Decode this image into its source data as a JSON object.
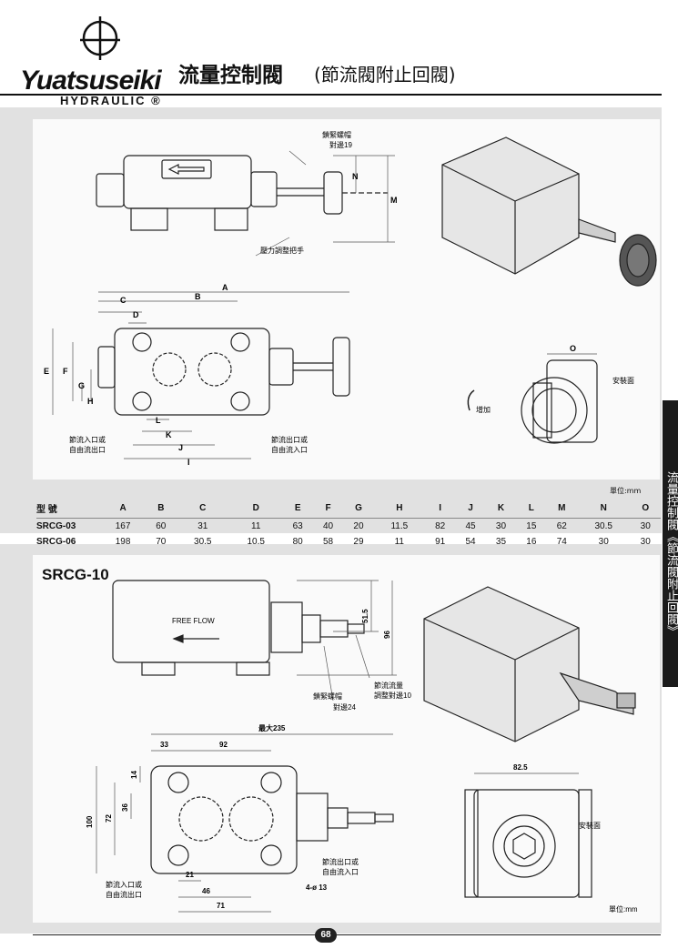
{
  "header": {
    "brand_name": "Yuatsuseiki",
    "brand_sub": "HYDRAULIC ®",
    "title": "流量控制閥",
    "subtitle": "(節流閥附止回閥)"
  },
  "side_tab": "流量控制閥《節流閥附止回閥》",
  "diagram1": {
    "labels": {
      "lock_nut": "鎖緊螺帽",
      "across19": "對邊19",
      "handle": "壓力調整把手",
      "inlet": "節流入口或",
      "inlet2": "自由流出口",
      "outlet": "節流出口或",
      "outlet2": "自由流入口",
      "mount": "安裝面",
      "increase": "增加"
    },
    "dims": {
      "A": "A",
      "B": "B",
      "C": "C",
      "D": "D",
      "E": "E",
      "F": "F",
      "G": "G",
      "H": "H",
      "I": "I",
      "J": "J",
      "K": "K",
      "L": "L",
      "M": "M",
      "N": "N",
      "O": "O"
    }
  },
  "table": {
    "unit": "單位:mm",
    "headers": [
      "型 號",
      "A",
      "B",
      "C",
      "D",
      "E",
      "F",
      "G",
      "H",
      "I",
      "J",
      "K",
      "L",
      "M",
      "N",
      "O"
    ],
    "rows": [
      [
        "SRCG-03",
        "167",
        "60",
        "31",
        "11",
        "63",
        "40",
        "20",
        "11.5",
        "82",
        "45",
        "30",
        "15",
        "62",
        "30.5",
        "30"
      ],
      [
        "SRCG-06",
        "198",
        "70",
        "30.5",
        "10.5",
        "80",
        "58",
        "29",
        "11",
        "91",
        "54",
        "35",
        "16",
        "74",
        "30",
        "30"
      ]
    ]
  },
  "diagram2": {
    "model": "SRCG-10",
    "free_flow": "FREE FLOW",
    "labels": {
      "lock_nut": "鎖緊螺帽",
      "across24": "對邊24",
      "adj": "節流流量",
      "adj2": "調整對邊10",
      "inlet": "節流入口或",
      "inlet2": "自由流出口",
      "outlet": "節流出口或",
      "outlet2": "自由流入口",
      "mount": "安裝面",
      "holes": "4-ø 13"
    },
    "dims": {
      "d515": "51.5",
      "d96": "96",
      "max235": "最大235",
      "d33": "33",
      "d92": "92",
      "d14": "14",
      "d36": "36",
      "d72": "72",
      "d100": "100",
      "d21": "21",
      "d46": "46",
      "d71": "71",
      "d825": "82.5"
    },
    "unit": "單位:mm"
  },
  "page_number": "68"
}
